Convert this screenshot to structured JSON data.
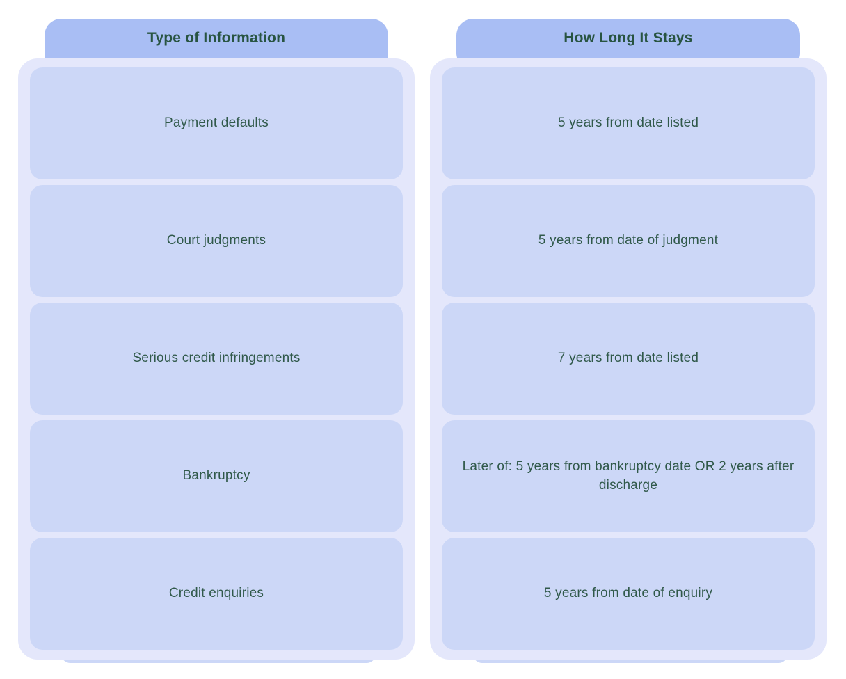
{
  "table": {
    "columns": [
      {
        "header": "Type of Information",
        "cells": [
          "Payment defaults",
          "Court judgments",
          "Serious credit infringements",
          "Bankruptcy",
          "Credit enquiries"
        ]
      },
      {
        "header": "How Long It Stays",
        "cells": [
          "5 years from date listed",
          "5 years from date of judgment",
          "7 years from date listed",
          "Later of: 5 years from bankruptcy date OR 2 years after discharge",
          "5 years from date of enquiry"
        ]
      }
    ]
  },
  "colors": {
    "page_bg": "#ffffff",
    "header_bg": "#a9bef4",
    "container_bg": "#e4e7fb",
    "cell_bg": "#ccd7f7",
    "header_text": "#285441",
    "cell_text": "#30594a"
  }
}
